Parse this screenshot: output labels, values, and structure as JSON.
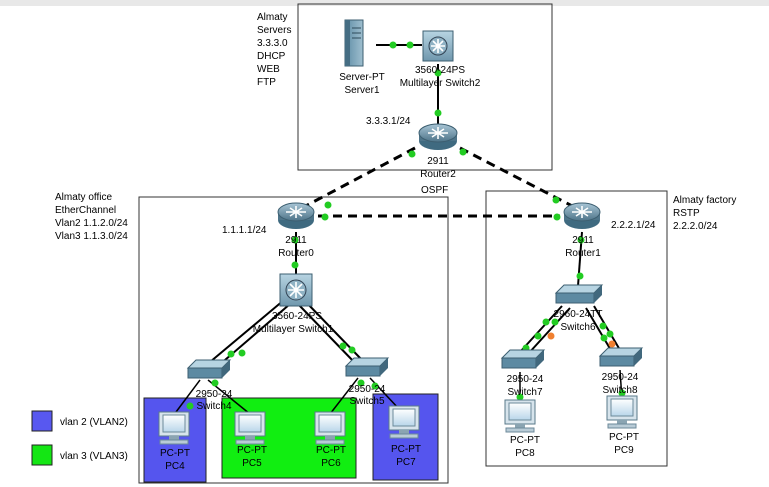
{
  "areas": {
    "servers": {
      "lines": [
        "Almaty",
        "Servers",
        "3.3.3.0",
        "DHCP",
        "WEB",
        "FTP"
      ]
    },
    "office": {
      "lines": [
        "Almaty office",
        "EtherChannel",
        "Vlan2 1.1.2.0/24",
        "Vlan3 1.1.3.0/24"
      ]
    },
    "factory": {
      "lines": [
        "Almaty factory",
        "RSTP",
        "2.2.2.0/24"
      ]
    }
  },
  "devices": {
    "server1": {
      "model": "Server-PT",
      "name": "Server1"
    },
    "mls2": {
      "model": "3560-24PS",
      "name": "Multilayer Switch2"
    },
    "router2": {
      "model": "2911",
      "name": "Router2"
    },
    "router0": {
      "model": "2911",
      "name": "Router0"
    },
    "router1": {
      "model": "2911",
      "name": "Router1"
    },
    "mls1": {
      "model": "3560-24PS",
      "name": "Multilayer Switch1"
    },
    "switch4": {
      "model": "2950-24",
      "name": "Switch4"
    },
    "switch5": {
      "model": "2950-24",
      "name": "Switch5"
    },
    "switch6": {
      "model": "2960-24TT",
      "name": "Switch6"
    },
    "switch7": {
      "model": "2950-24",
      "name": "Switch7"
    },
    "switch8": {
      "model": "2950-24",
      "name": "Switch8"
    },
    "pc4": {
      "model": "PC-PT",
      "name": "PC4"
    },
    "pc5": {
      "model": "PC-PT",
      "name": "PC5"
    },
    "pc6": {
      "model": "PC-PT",
      "name": "PC6"
    },
    "pc7": {
      "model": "PC-PT",
      "name": "PC7"
    },
    "pc8": {
      "model": "PC-PT",
      "name": "PC8"
    },
    "pc9": {
      "model": "PC-PT",
      "name": "PC9"
    }
  },
  "addresses": {
    "router2_ip": "3.3.3.1/24",
    "router0_ip": "1.1.1.1/24",
    "router1_ip": "2.2.2.1/24",
    "ospf": "OSPF"
  },
  "legend": [
    {
      "label": "vlan 2 (VLAN2)",
      "color": "#5858f0"
    },
    {
      "label": "vlan 3 (VLAN3)",
      "color": "#14e614"
    }
  ],
  "colors": {
    "link_up": "#22cc22",
    "link_blocked": "#f08030",
    "vlan2_fill": "#5050ee",
    "vlan3_fill": "#11ee11"
  }
}
